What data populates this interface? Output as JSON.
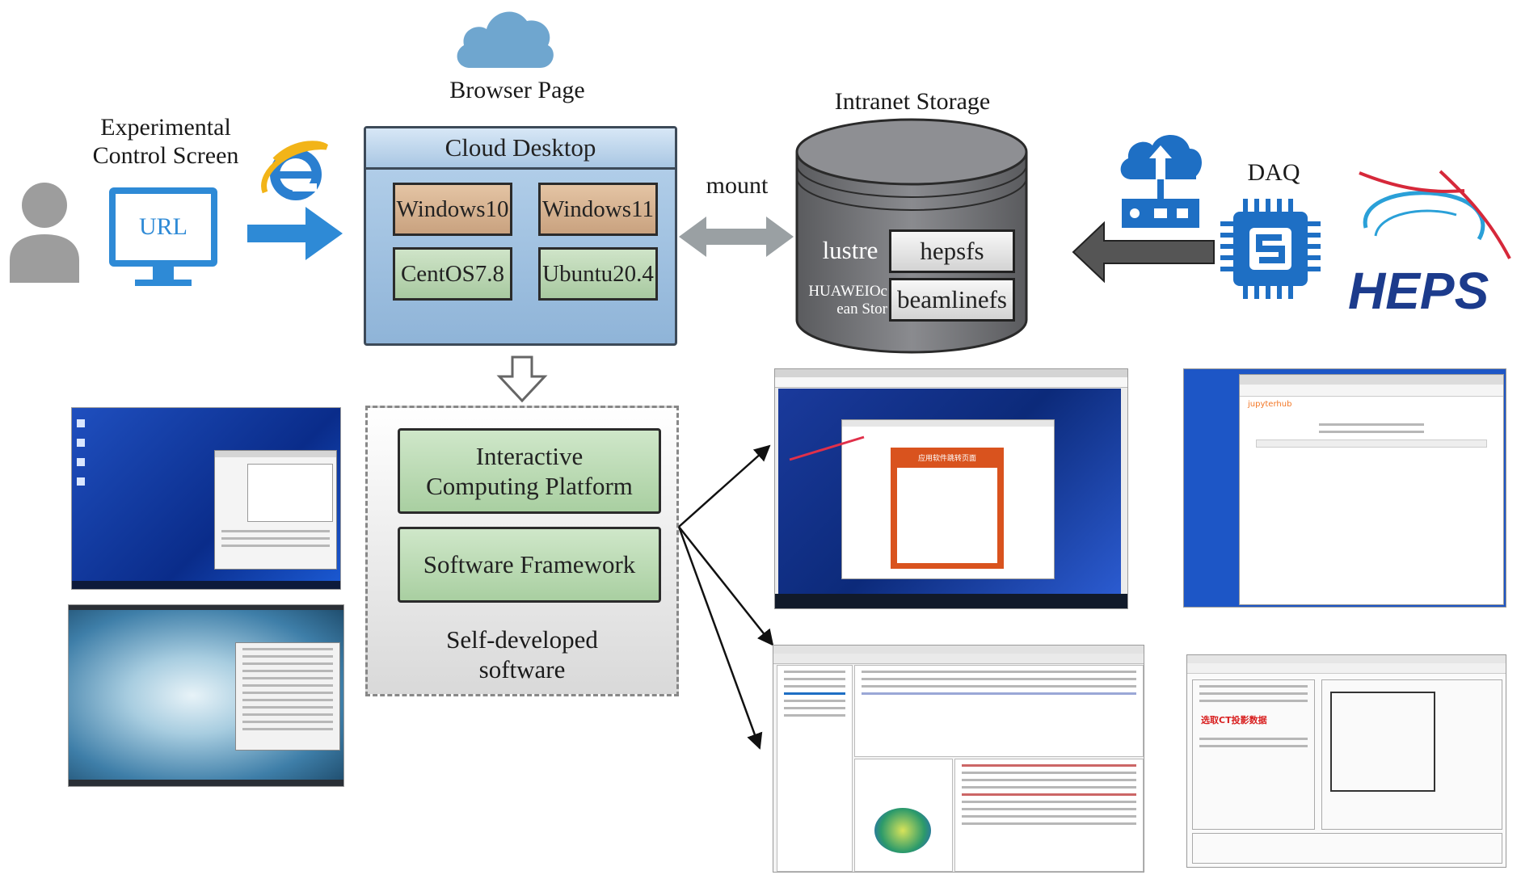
{
  "labels": {
    "browser_page": "Browser Page",
    "experimental_control_screen": "Experimental\nControl Screen",
    "url": "URL",
    "cloud_desktop": "Cloud Desktop",
    "mount": "mount",
    "intranet_storage": "Intranet Storage",
    "daq": "DAQ",
    "self_developed_software": "Self-developed\nsoftware"
  },
  "os_options": [
    "Windows10",
    "Windows11",
    "CentOS7.8",
    "Ubuntu20.4"
  ],
  "storage": {
    "lustre": "lustre",
    "hepsfs": "hepsfs",
    "huawei": "HUAWEIOc\nean Stor",
    "beamlinefs": "beamlinefs"
  },
  "software": {
    "interactive": "Interactive\nComputing Platform",
    "framework": "Software Framework"
  },
  "logo": "HEPS",
  "screenshots": {
    "jupyterhub": "jupyterhub",
    "ct_text": "选取CT投影数据",
    "web_title": "应用软件跳转页面"
  },
  "colors": {
    "cloud_desktop_bg": "#a9c7e3",
    "os_brown": "#d8b692",
    "os_green": "#b9d6b1",
    "software_green": "#b9dbb2",
    "arrow_blue": "#2e8ad6",
    "arrow_gray": "#9aa0a3",
    "daq_blue": "#1e6fc4",
    "storage_gray": "#6f7073"
  },
  "icons": [
    "cloud-icon",
    "user-icon",
    "monitor-icon",
    "ie-browser-icon",
    "upload-cloud-icon",
    "chip-icon",
    "heps-logo"
  ]
}
